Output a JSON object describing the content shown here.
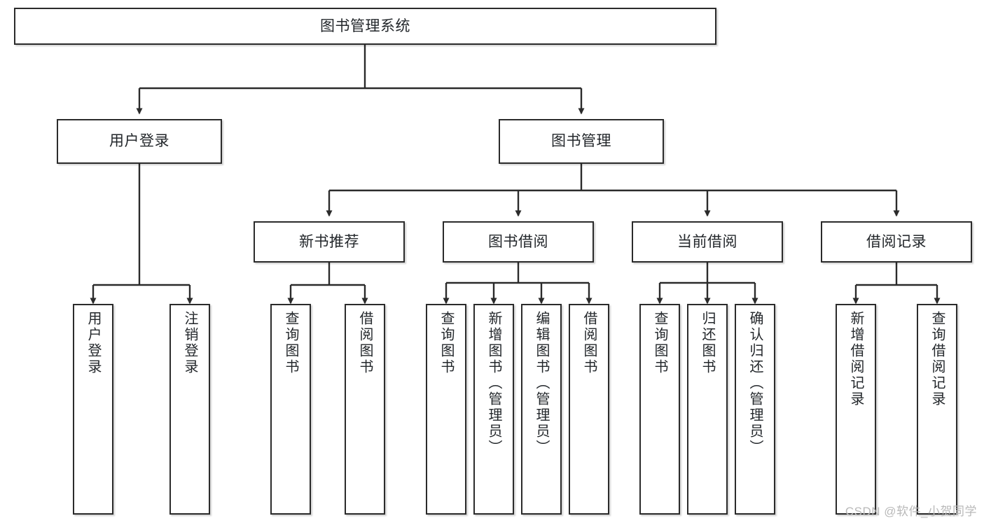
{
  "diagram": {
    "type": "tree-hierarchy-chart",
    "root": {
      "label": "图书管理系统"
    },
    "level2": [
      {
        "label": "用户登录"
      },
      {
        "label": "图书管理"
      }
    ],
    "level3": [
      {
        "label": "新书推荐"
      },
      {
        "label": "图书借阅"
      },
      {
        "label": "当前借阅"
      },
      {
        "label": "借阅记录"
      }
    ],
    "leaves": [
      {
        "label": "用户登录",
        "parent": "用户登录"
      },
      {
        "label": "注销登录",
        "parent": "用户登录"
      },
      {
        "label": "查询图书",
        "parent": "新书推荐"
      },
      {
        "label": "借阅图书",
        "parent": "新书推荐"
      },
      {
        "label": "查询图书",
        "parent": "图书借阅"
      },
      {
        "label": "新增图书（管理员）",
        "parent": "图书借阅"
      },
      {
        "label": "编辑图书（管理员）",
        "parent": "图书借阅"
      },
      {
        "label": "借阅图书",
        "parent": "图书借阅"
      },
      {
        "label": "查询图书",
        "parent": "当前借阅"
      },
      {
        "label": "归还图书",
        "parent": "当前借阅"
      },
      {
        "label": "确认归还（管理员）",
        "parent": "当前借阅"
      },
      {
        "label": "新增借阅记录",
        "parent": "借阅记录"
      },
      {
        "label": "查询借阅记录",
        "parent": "借阅记录"
      }
    ]
  },
  "watermark": {
    "text": "CSDN @软件_小贺同学"
  },
  "colors": {
    "stroke": "#2b2b2b",
    "fill": "#ffffff",
    "text": "#23272b",
    "watermark": "#b9b9b9"
  }
}
